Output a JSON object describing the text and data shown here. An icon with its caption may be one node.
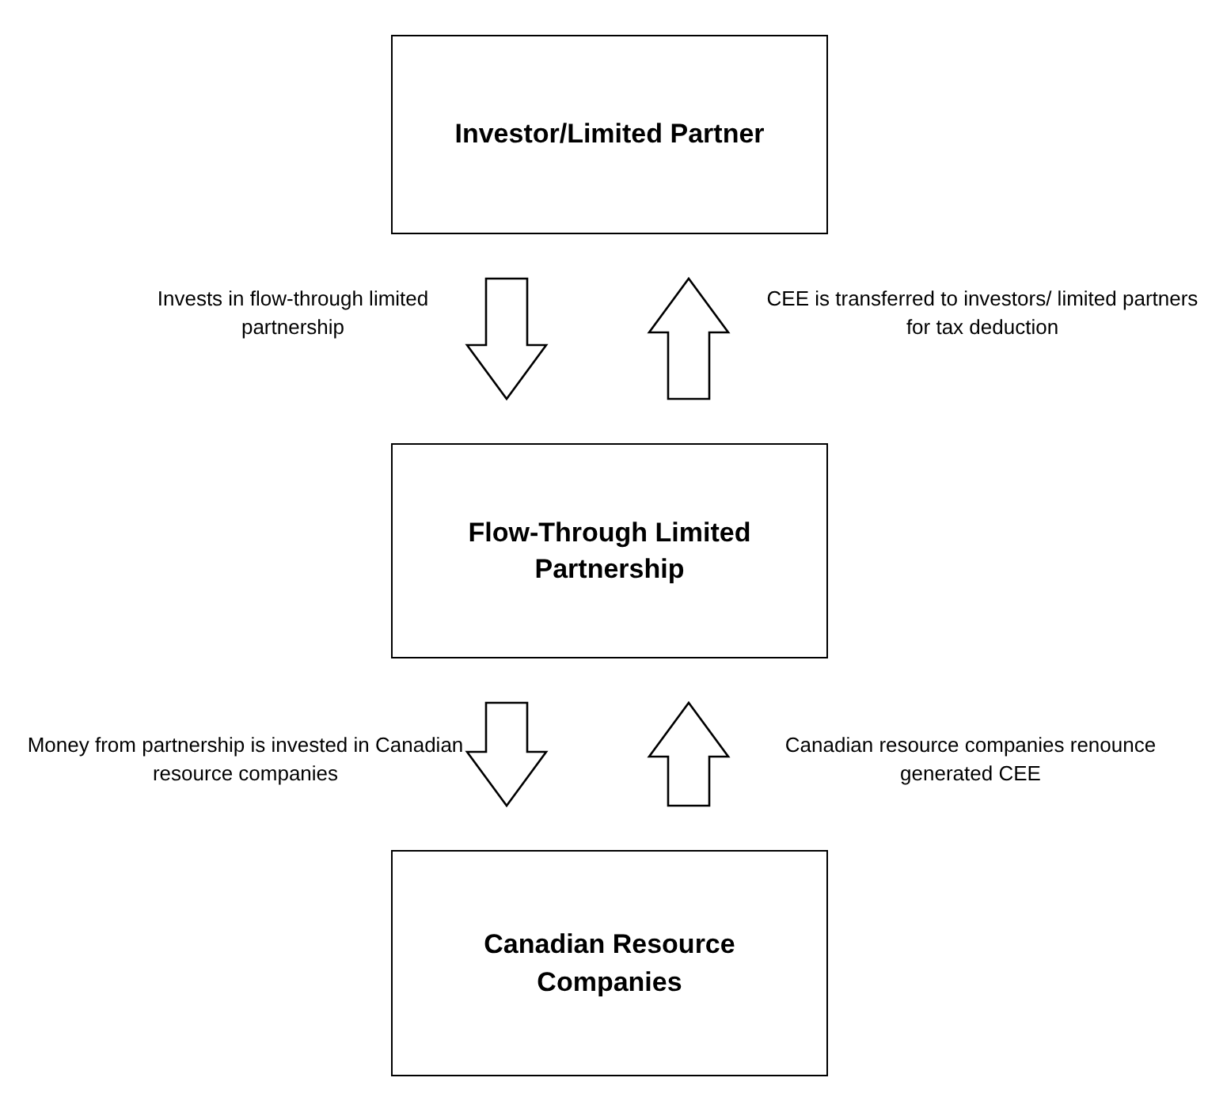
{
  "diagram": {
    "nodes": [
      {
        "text": [
          "Investor/Limited Partner"
        ]
      },
      {
        "text": [
          "Flow-Through Limited Partnership"
        ]
      },
      {
        "text": [
          "Canadian Resource Companies"
        ]
      }
    ],
    "edges": [
      {
        "from": 0,
        "to": 1,
        "arrow": "to",
        "label": "Invests in flow-through limited partnership"
      },
      {
        "from": 1,
        "to": 0,
        "arrow": "to",
        "label": "CEE is transferred to investors/ limited partners for tax deduction"
      },
      {
        "from": 1,
        "to": 2,
        "arrow": "to",
        "label": "Money from partnership is invested in Canadian resource companies"
      },
      {
        "from": 2,
        "to": 1,
        "arrow": "to",
        "label": "Canadian resource companies renounce generated CEE"
      }
    ]
  }
}
